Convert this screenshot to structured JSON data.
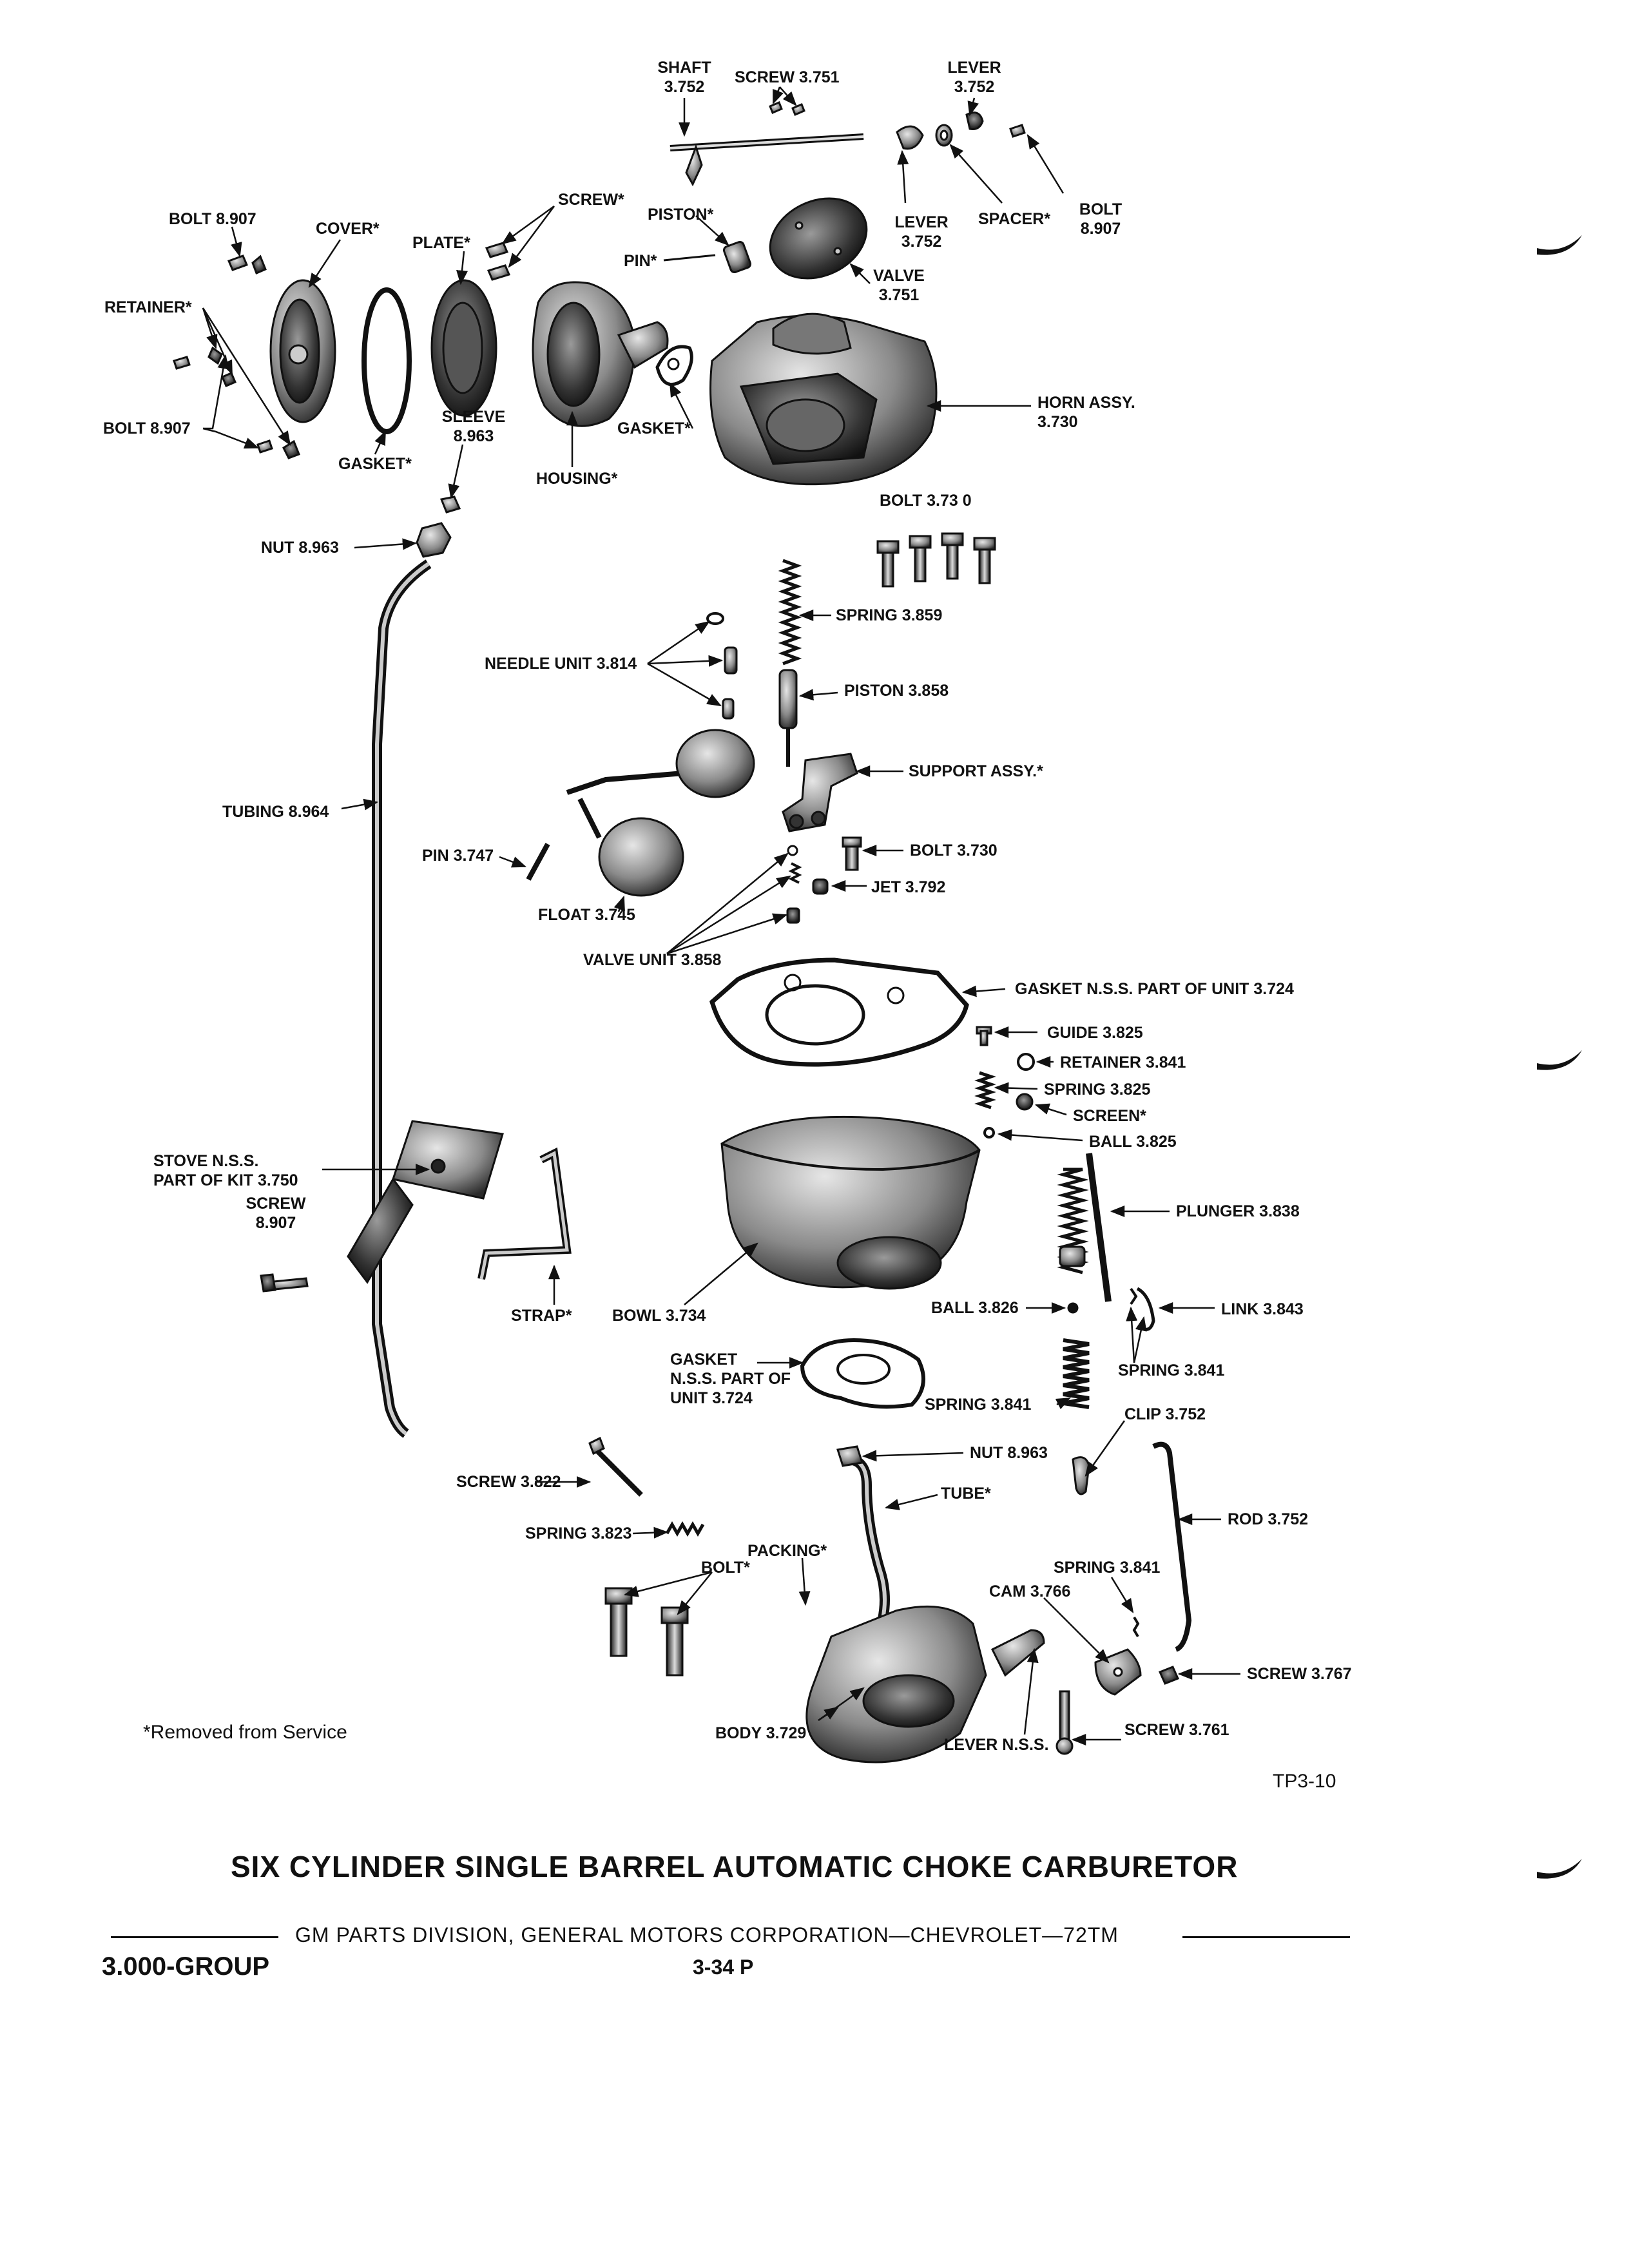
{
  "title": "SIX CYLINDER SINGLE BARREL AUTOMATIC CHOKE CARBURETOR",
  "footer": {
    "division": "GM PARTS DIVISION, GENERAL MOTORS CORPORATION—CHEVROLET—72TM",
    "group": "3.000-GROUP",
    "page": "3-34  P"
  },
  "figure_code": "TP3-10",
  "footnote": "*Removed from Service",
  "labels": {
    "shaft_a": "SHAFT",
    "shaft_b": "3.752",
    "screw_top": "SCREW  3.751",
    "lever_top_a": "LEVER",
    "lever_top_b": "3.752",
    "screw_star": "SCREW*",
    "bolt_8907_tl": "BOLT 8.907",
    "cover": "COVER*",
    "plate": "PLATE*",
    "piston_star": "PISTON*",
    "pin_star": "PIN*",
    "lever_mid_a": "LEVER",
    "lever_mid_b": "3.752",
    "spacer": "SPACER*",
    "bolt_8907_tr_a": "BOLT",
    "bolt_8907_tr_b": "8.907",
    "valve_a": "VALVE",
    "valve_b": "3.751",
    "retainer": "RETAINER*",
    "bolt_8907_ml": "BOLT 8.907",
    "gasket_ring": "GASKET*",
    "sleeve_a": "SLEEVE",
    "sleeve_b": "8.963",
    "gasket_small": "GASKET*",
    "housing": "HOUSING*",
    "horn_a": "HORN ASSY.",
    "horn_b": "3.730",
    "bolt_3730_top": "BOLT  3.73 0",
    "nut_8963_top": "NUT 8.963",
    "spring_3859": "SPRING  3.859",
    "needle": "NEEDLE  UNIT  3.814",
    "piston_3858": "PISTON  3.858",
    "support": "SUPPORT  ASSY.*",
    "tubing": "TUBING  8.964",
    "pin_3747": "PIN  3.747",
    "bolt_3730_mid": "BOLT  3.730",
    "jet": "JET  3.792",
    "float": "FLOAT  3.745",
    "valve_unit": "VALVE  UNIT  3.858",
    "gasket_nss_top": "GASKET  N.S.S.  PART OF  UNIT  3.724",
    "guide": "GUIDE  3.825",
    "retainer_3841": "RETAINER  3.841",
    "spring_3825": "SPRING  3.825",
    "screen": "SCREEN*",
    "ball_3825": "BALL  3.825",
    "stove_a": "STOVE  N.S.S.",
    "stove_b": "PART OF KIT  3.750",
    "screw_8907_a": "SCREW",
    "screw_8907_b": "8.907",
    "plunger": "PLUNGER  3.838",
    "strap": "STRAP*",
    "bowl": "BOWL  3.734",
    "ball_3826": "BALL  3.826",
    "link": "LINK  3.843",
    "gasket_bot_a": "GASKET",
    "gasket_bot_b": "N.S.S.  PART OF",
    "gasket_bot_c": "UNIT  3.724",
    "spring_3841_r": "SPRING  3.841",
    "spring_3841_c": "SPRING  3.841",
    "clip": "CLIP  3.752",
    "nut_8963_bot": "NUT  8.963",
    "screw_3822": "SCREW  3.822",
    "tube": "TUBE*",
    "rod": "ROD  3.752",
    "spring_3823": "SPRING  3.823",
    "packing": "PACKING*",
    "bolt_star": "BOLT*",
    "spring_3841_b": "SPRING  3.841",
    "cam": "CAM  3.766",
    "screw_3767": "SCREW  3.767",
    "body": "BODY  3.729",
    "lever_nss": "LEVER  N.S.S.",
    "screw_3761": "SCREW  3.761"
  }
}
